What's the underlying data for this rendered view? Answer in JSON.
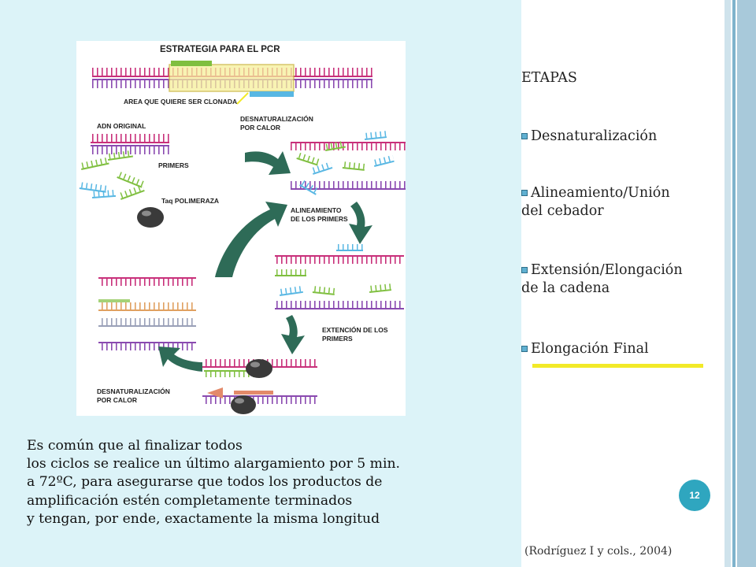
{
  "diagram": {
    "title": "ESTRATEGIA PARA EL PCR",
    "labels": {
      "clone_area": "AREA QUE QUIERE SER CLONADA",
      "original_dna": "ADN ORIGINAL",
      "primers": "PRIMERS",
      "taq": "Taq POLIMERAZA",
      "denaturation_top_1": "DESNATURALIZACIÓN",
      "denaturation_top_2": "POR CALOR",
      "alignment_1": "ALINEAMIENTO",
      "alignment_2": "DE LOS PRIMERS",
      "extension_1": "EXTENCIÓN DE LOS",
      "extension_2": "PRIMERS",
      "denaturation_bottom_1": "DESNATURALIZACIÓN",
      "denaturation_bottom_2": "POR CALOR"
    },
    "colors": {
      "strand": "#c8307a",
      "strand2": "#8a4ab0",
      "primer_green": "#7fbf3f",
      "primer_blue": "#58b7e3",
      "arrow": "#2e6b57",
      "taq": "#3a3a3a"
    }
  },
  "body_text": {
    "line1": "Es común que al finalizar todos",
    "line2": "los ciclos se realice un último alargamiento por 5 min.",
    "line3": "a 72ºC, para asegurarse que todos los productos de",
    "line4": "amplificación estén completamente terminados",
    "line5": "y tengan, por ende, exactamente la misma longitud"
  },
  "stages": {
    "heading": "ETAPAS",
    "items": [
      {
        "line1": "Desnaturalización",
        "line2": ""
      },
      {
        "line1": "Alineamiento/Unión",
        "line2": "del cebador"
      },
      {
        "line1": "Extensión/Elongación",
        "line2": "de la cadena"
      },
      {
        "line1": "Elongación Final",
        "line2": ""
      }
    ],
    "bullet_icon": "square-bullet-icon",
    "highlight_color": "#f2ea28"
  },
  "page_number": "12",
  "citation": "(Rodríguez I y cols., 2004)",
  "theme": {
    "panel_bg": "#dcf3f8",
    "side_bar_colors": [
      "#bcd9e6",
      "#7fb3cc",
      "#a8c9da"
    ]
  }
}
